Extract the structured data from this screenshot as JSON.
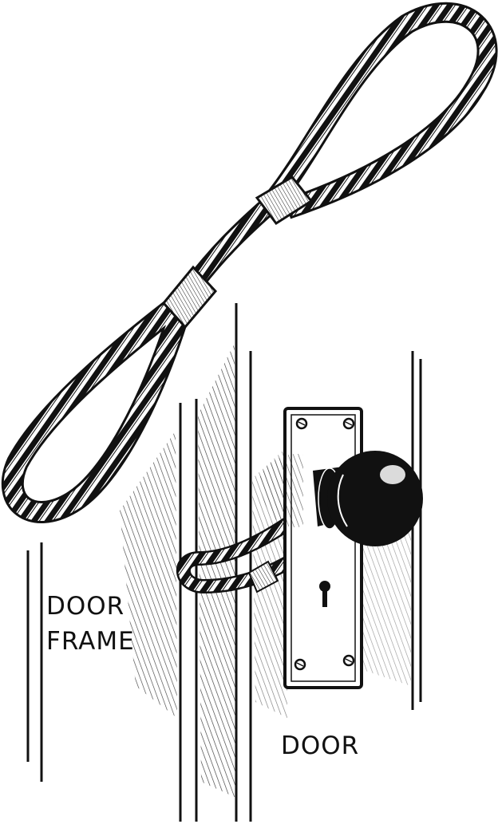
{
  "labels": {
    "door_frame_line1": "DOOR",
    "door_frame_line2": "FRAME",
    "door": "DOOR"
  },
  "colors": {
    "ink": "#111111",
    "paper": "#ffffff"
  }
}
